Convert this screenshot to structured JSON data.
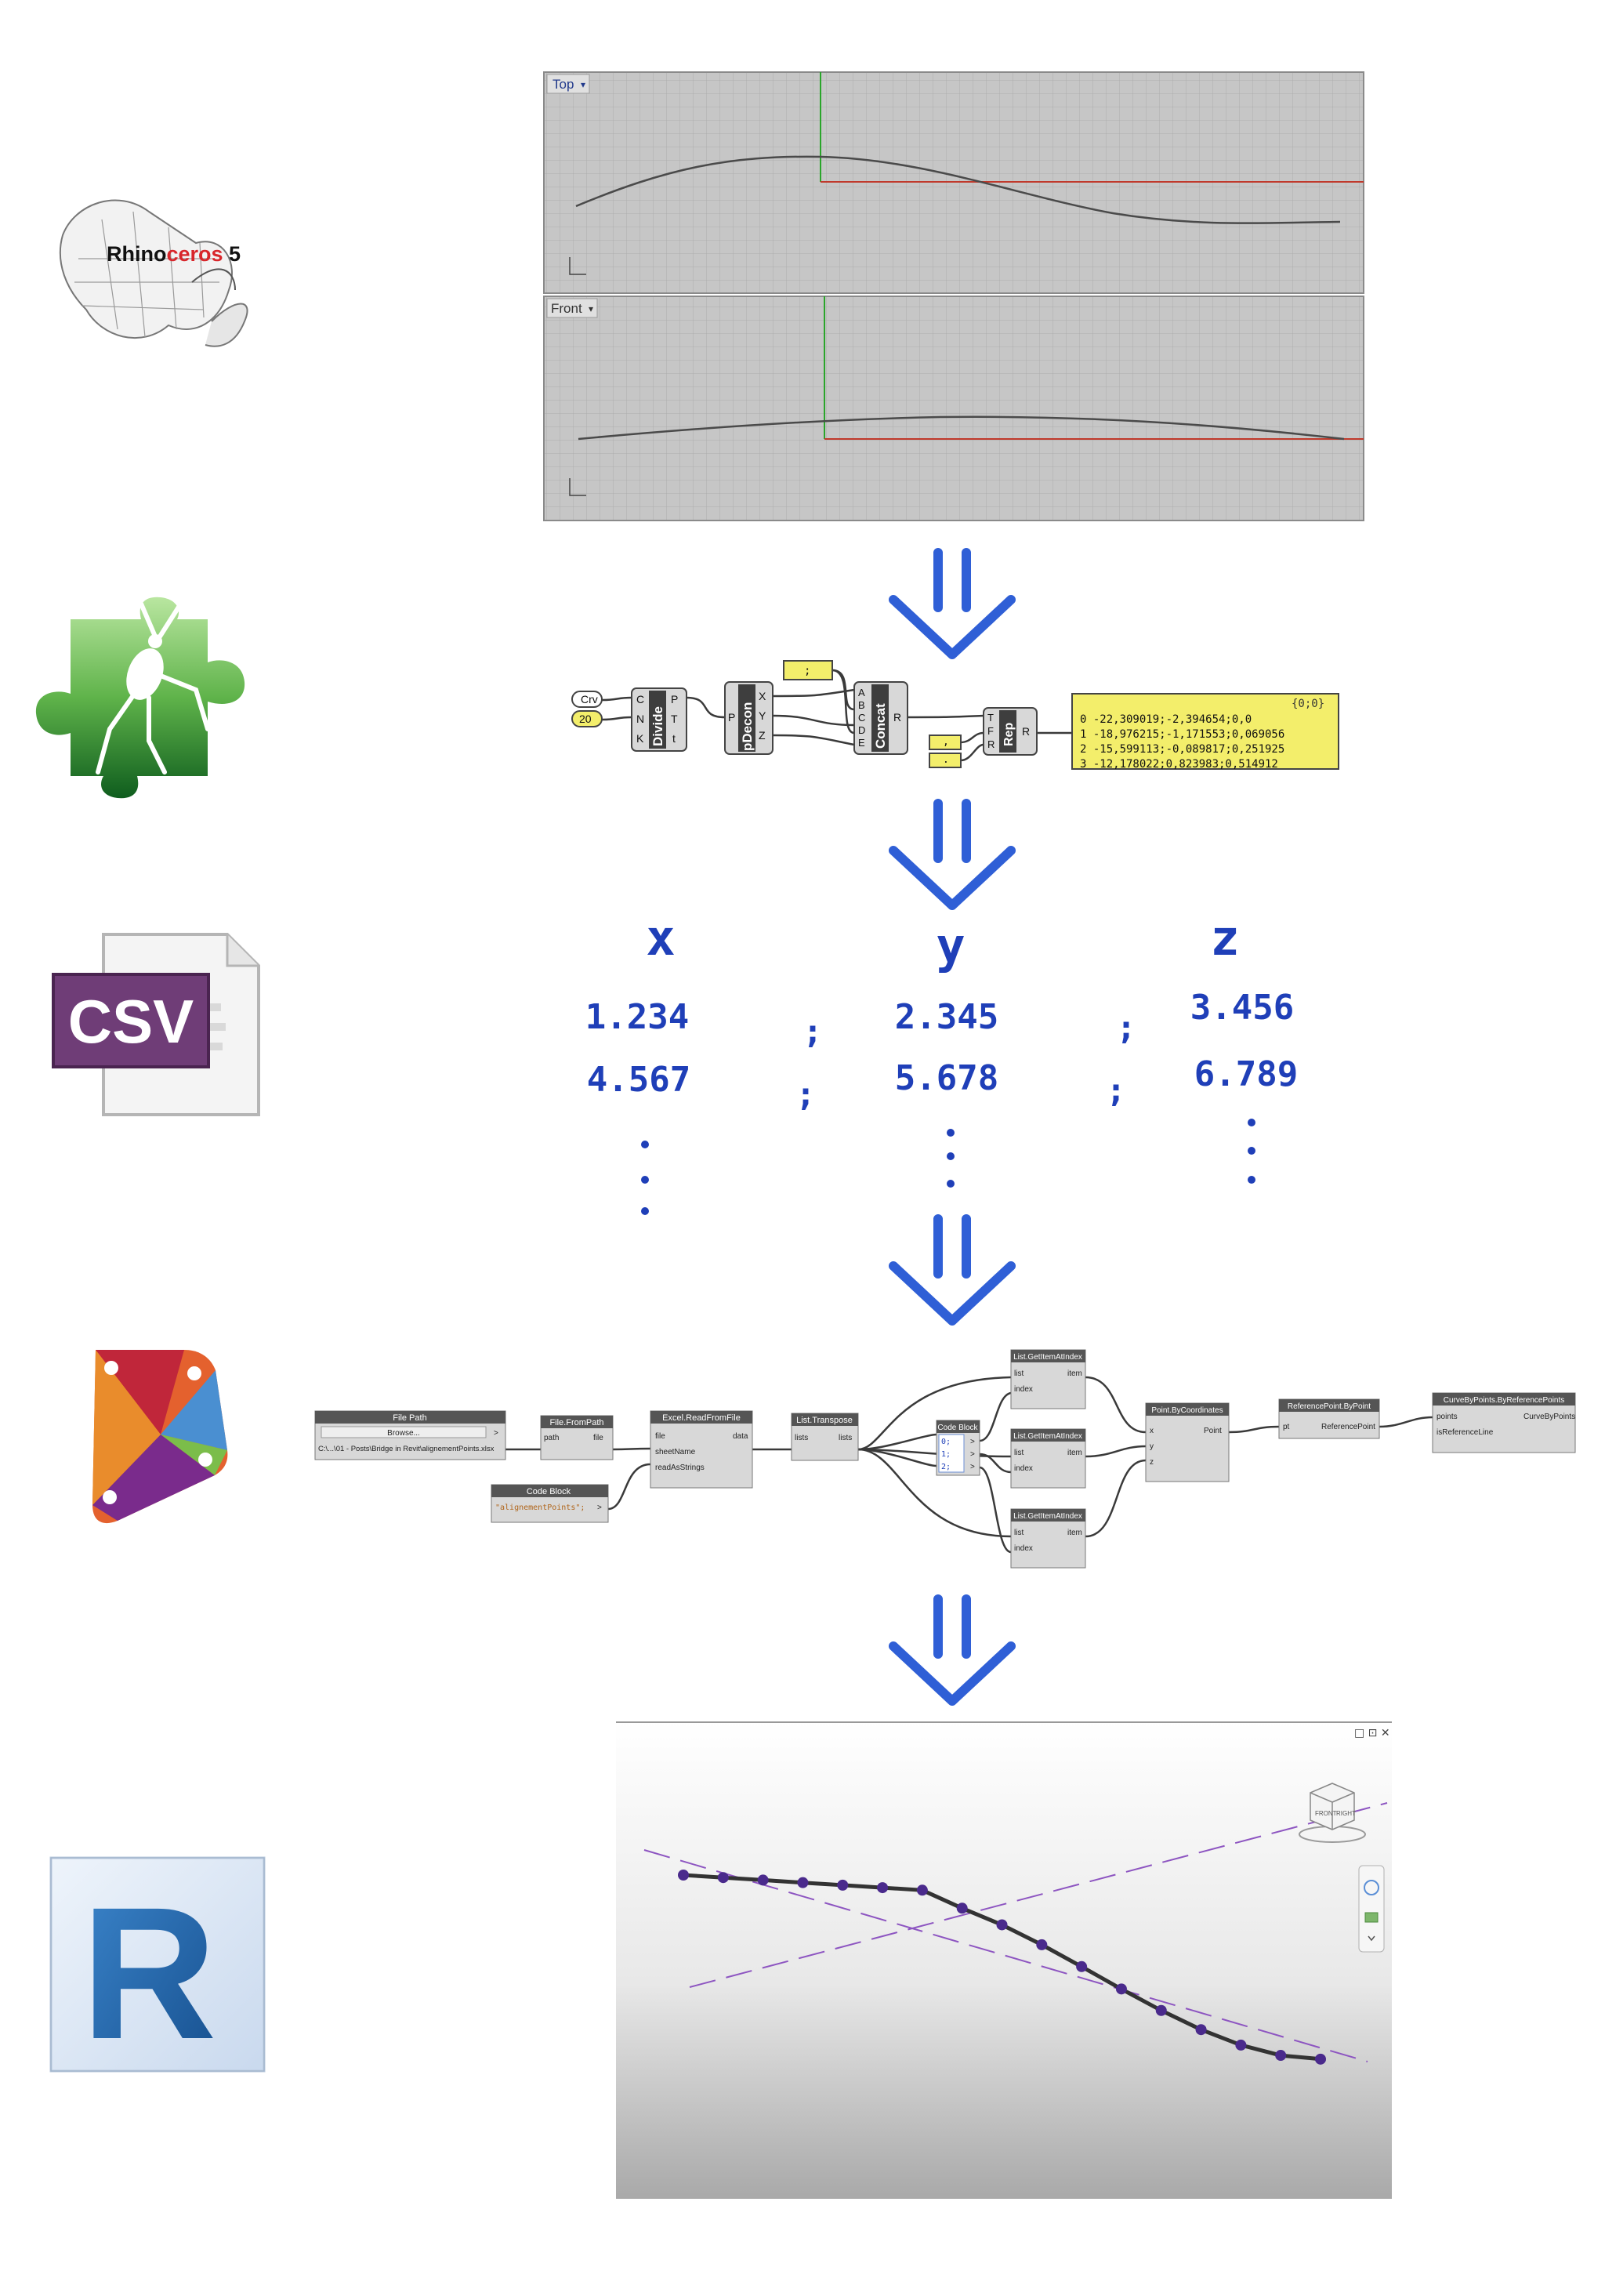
{
  "colors": {
    "arrow_blue": "#2f5fd6",
    "handwriting_blue": "#1f3fb8",
    "grid_bg": "#c6c6c6",
    "grid_line": "#b4b4b4",
    "curve_dark": "#4a4a4a",
    "axis_red": "#c0392b",
    "axis_green": "#2aa52a",
    "panel_yellow": "#f3ee6b",
    "gh_component": "#d8d8d8",
    "gh_dark": "#3e3e3e",
    "revit_curve": "#333333",
    "revit_point": "#4a2a8c",
    "revit_dash": "#8d55c1",
    "csv_purple": "#6f3d77"
  },
  "logos": {
    "rhino_name_black": "Rhino",
    "rhino_name_red": "ceros",
    "rhino_version": " 5",
    "csv_label": "CSV",
    "grasshopper_icon": "grasshopper-puzzle-icon",
    "dynamo_icon": "dynamo-icon",
    "revit_letter": "R"
  },
  "rhino": {
    "top_viewport_label": "Top",
    "front_viewport_label": "Front",
    "dropdown_arrow": "▾"
  },
  "grasshopper": {
    "crv_param": "Crv",
    "number_slider_value": "20",
    "divide": {
      "name": "Divide",
      "inputs": [
        "C",
        "N",
        "K"
      ],
      "outputs": [
        "P",
        "T",
        "t"
      ]
    },
    "pdecon": {
      "name": "pDecon",
      "input": "P",
      "outputs": [
        "X",
        "Y",
        "Z"
      ]
    },
    "semicolon_panel": ";",
    "concat": {
      "name": "Concat",
      "inputs": [
        "A",
        "B",
        "C",
        "D",
        "E"
      ],
      "output": "R"
    },
    "dot_panel_1": ",",
    "dot_panel_2": ".",
    "replace": {
      "name": "Rep",
      "inputs": [
        "T",
        "F",
        "R"
      ],
      "output": "R"
    },
    "output_panel": {
      "path": "{0;0}",
      "lines": [
        "0 -22,309019;-2,394654;0,0",
        "1 -18,976215;-1,171553;0,069056",
        "2 -15,599113;-0,089817;0,251925",
        "3 -12,178022;0,823983;0,514912"
      ]
    }
  },
  "csv_sketch": {
    "headers": [
      "x",
      "y",
      "z"
    ],
    "rows": [
      [
        "1.234",
        "2.345",
        "3.456"
      ],
      [
        "4.567",
        "5.678",
        "6.789"
      ]
    ],
    "separator": ";"
  },
  "dynamo": {
    "file_path": {
      "title": "File Path",
      "button": "Browse...",
      "value": "C:\\...\\01 - Posts\\Bridge in Revit\\alignementPoints.xlsx",
      "out_port": ">"
    },
    "file_from_path": {
      "title": "File.FromPath",
      "in": "path",
      "out": "file"
    },
    "code_block_1": {
      "title": "Code Block",
      "code": "\"alignementPoints\";",
      "out_port": ">"
    },
    "excel_read": {
      "title": "Excel.ReadFromFile",
      "inputs": [
        "file",
        "sheetName",
        "readAsStrings"
      ],
      "output": "data"
    },
    "list_transpose": {
      "title": "List.Transpose",
      "in": "lists",
      "out": "lists"
    },
    "code_block_2": {
      "title": "Code Block",
      "lines": [
        "0;",
        "1;",
        "2;"
      ],
      "out_port": ">"
    },
    "get_item_1": {
      "title": "List.GetItemAtIndex",
      "inputs": [
        "list",
        "index"
      ],
      "output": "item"
    },
    "get_item_2": {
      "title": "List.GetItemAtIndex",
      "inputs": [
        "list",
        "index"
      ],
      "output": "item"
    },
    "get_item_3": {
      "title": "List.GetItemAtIndex",
      "inputs": [
        "list",
        "index"
      ],
      "output": "item"
    },
    "point_by_coords": {
      "title": "Point.ByCoordinates",
      "inputs": [
        "x",
        "y",
        "z"
      ],
      "output": "Point"
    },
    "ref_point": {
      "title": "ReferencePoint.ByPoint",
      "in": "pt",
      "out": "ReferencePoint"
    },
    "curve_by_points": {
      "title": "CurveByPoints.ByReferencePoints",
      "inputs": [
        "points",
        "isReferenceLine"
      ],
      "output": "CurveByPoints"
    }
  },
  "revit": {
    "window_controls": "□ ⊡ ✕",
    "viewcube_front": "FRONT",
    "viewcube_right": "RIGHT",
    "curve_points_count": 17
  }
}
